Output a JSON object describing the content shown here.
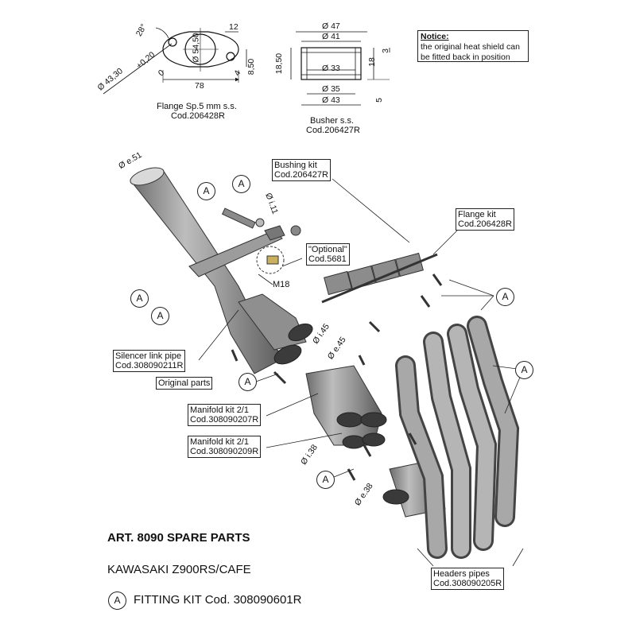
{
  "flange": {
    "dims": {
      "d1": "28°",
      "d2": "12",
      "d3": "Ø 54,50",
      "d4": "+0,20",
      "d5": "0",
      "d6": "Ø 43,30",
      "d7": "78",
      "d8": "8,50",
      "d9": "4"
    },
    "caption_line1": "Flange Sp.5 mm s.s.",
    "caption_line2": "Cod.206428R"
  },
  "busher": {
    "dims": {
      "d47": "Ø 47",
      "d41": "Ø 41",
      "d33": "Ø 33",
      "d35": "Ø 35",
      "d43": "Ø 43",
      "d1850": "18,50",
      "d18": "18",
      "d3": "3",
      "d5": "5"
    },
    "caption_line1": "Busher s.s.",
    "caption_line2": "Cod.206427R"
  },
  "notice": {
    "heading": "Notice:",
    "line1": "the original heat shield can",
    "line2": "be fitted back in position"
  },
  "callouts": {
    "bushing_kit_1": "Bushing kit",
    "bushing_kit_2": "Cod.206427R",
    "flange_kit_1": "Flange kit",
    "flange_kit_2": "Cod.206428R",
    "optional_1": "\"Optional\"",
    "optional_2": "Cod.5681",
    "m18": "M18",
    "silencer_1": "Silencer link pipe",
    "silencer_2": "Cod.308090211R",
    "original": "Original parts",
    "manifold_a_1": "Manifold kit 2/1",
    "manifold_a_2": "Cod.308090207R",
    "manifold_b_1": "Manifold kit 2/1",
    "manifold_b_2": "Cod.308090209R",
    "headers_1": "Headers pipes",
    "headers_2": "Cod.308090205R",
    "de51": "Ø e.51",
    "di11": "Ø i.11",
    "di45": "Ø i.45",
    "de45": "Ø e.45",
    "di38": "Ø i.38",
    "de38": "Ø e.38",
    "fitting_letter": "A"
  },
  "footer": {
    "art": "ART. 8090 SPARE PARTS",
    "model": "KAWASAKI Z900RS/CAFE",
    "fitting_letter": "A",
    "fitting": "FITTING KIT Cod. 308090601R"
  }
}
